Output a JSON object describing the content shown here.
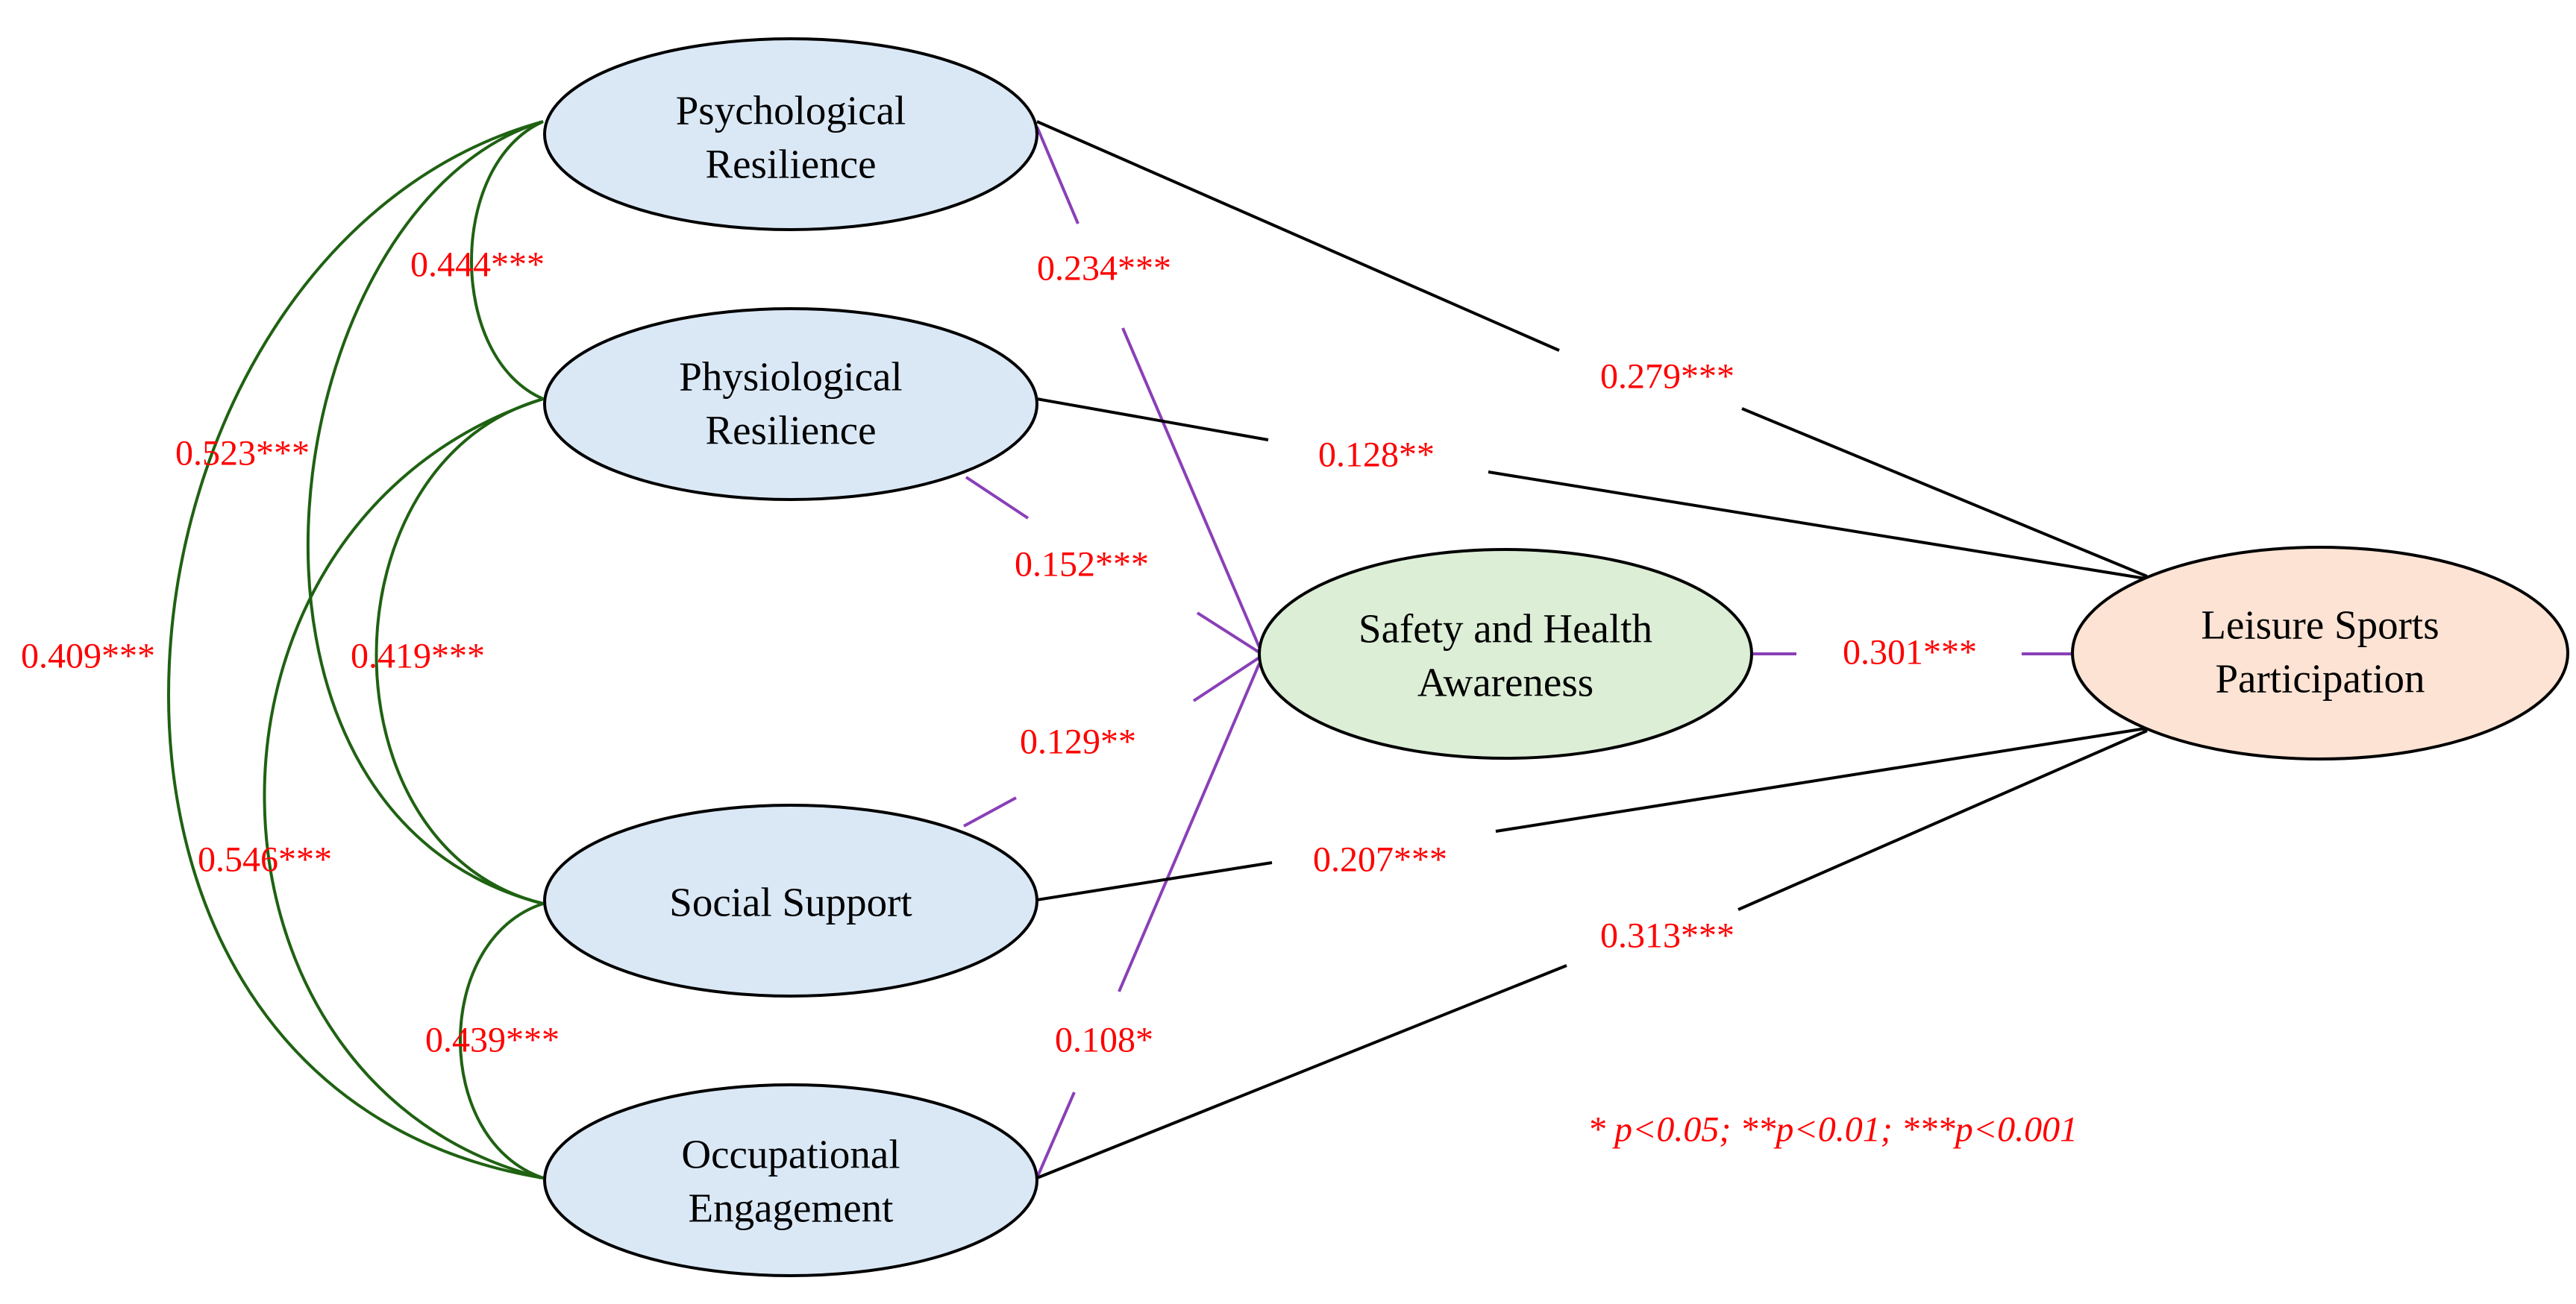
{
  "colors": {
    "exogenous_fill": "#dae8f6",
    "mediator_fill": "#dceed6",
    "outcome_fill": "#fde3d4",
    "covariance_arrow": "#1f6212",
    "mediation_arrow": "#8a3fb8",
    "direct_arrow": "#000000",
    "coefficient_text": "#ff0000"
  },
  "nodes": {
    "psychological": {
      "line1": "Psychological",
      "line2": "Resilience"
    },
    "physiological": {
      "line1": "Physiological",
      "line2": "Resilience"
    },
    "social": {
      "line1": "Social Support"
    },
    "occupational": {
      "line1": "Occupational",
      "line2": "Engagement"
    },
    "safety": {
      "line1": "Safety and Health",
      "line2": "Awareness"
    },
    "leisure": {
      "line1": "Leisure Sports",
      "line2": "Participation"
    }
  },
  "covariances": {
    "psych_physio": "0.444***",
    "psych_social": "0.523***",
    "psych_occup": "0.409***",
    "physio_social": "0.419***",
    "physio_occup": "0.546***",
    "social_occup": "0.439***"
  },
  "paths_to_safety": {
    "psychological": "0.234***",
    "physiological": "0.152***",
    "social": "0.129**",
    "occupational": "0.108*"
  },
  "paths_to_leisure": {
    "psychological": "0.279***",
    "physiological": "0.128**",
    "safety": "0.301***",
    "social": "0.207***",
    "occupational": "0.313***"
  },
  "significance_note": "* p<0.05; **p<0.01; ***p<0.001",
  "icons": {
    "arrowhead": "arrowhead-icon"
  }
}
